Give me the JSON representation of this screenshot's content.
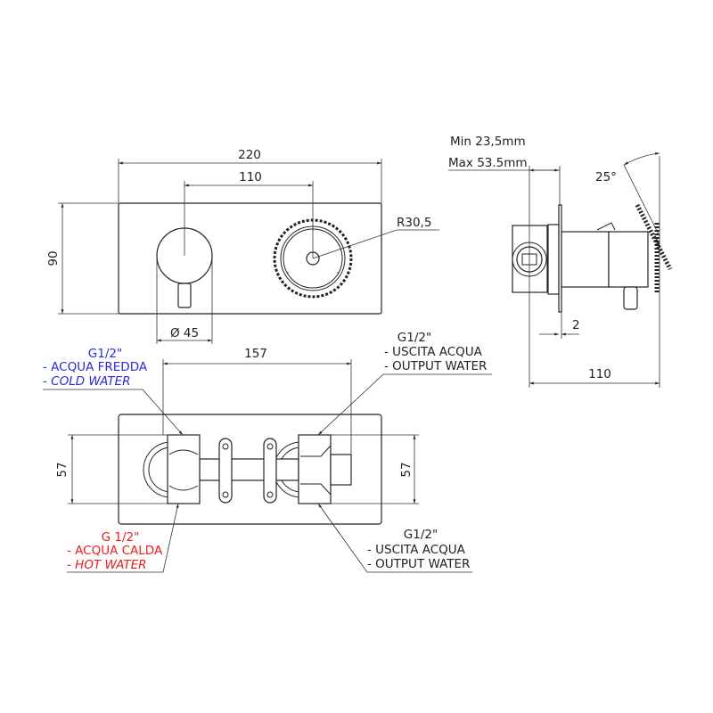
{
  "front_view": {
    "dim_width": "220",
    "dim_center_distance": "110",
    "dim_height": "90",
    "dim_knob_diameter": "Ø 45",
    "dim_wheel_radius": "R30,5"
  },
  "bottom_view": {
    "dim_inlet_distance": "157",
    "dim_left_height": "57",
    "dim_right_height": "57",
    "cold_inlet": {
      "thread": "G1/2\"",
      "line1": "- ACQUA FREDDA",
      "line2": "- COLD WATER",
      "color": "#2a2ae0"
    },
    "hot_inlet": {
      "thread": "G 1/2\"",
      "line1": "- ACQUA CALDA",
      "line2": "- HOT WATER",
      "color": "#e82020"
    },
    "outlet_top": {
      "thread": "G1/2\"",
      "line1": "- USCITA ACQUA",
      "line2": "- OUTPUT WATER"
    },
    "outlet_bottom": {
      "thread": "G1/2\"",
      "line1": "- USCITA ACQUA",
      "line2": "- OUTPUT WATER"
    }
  },
  "side_view": {
    "wall_min": "Min 23,5mm",
    "wall_max": "Max 53.5mm",
    "angle": "25°",
    "dim_plate": "2",
    "dim_depth": "110"
  }
}
